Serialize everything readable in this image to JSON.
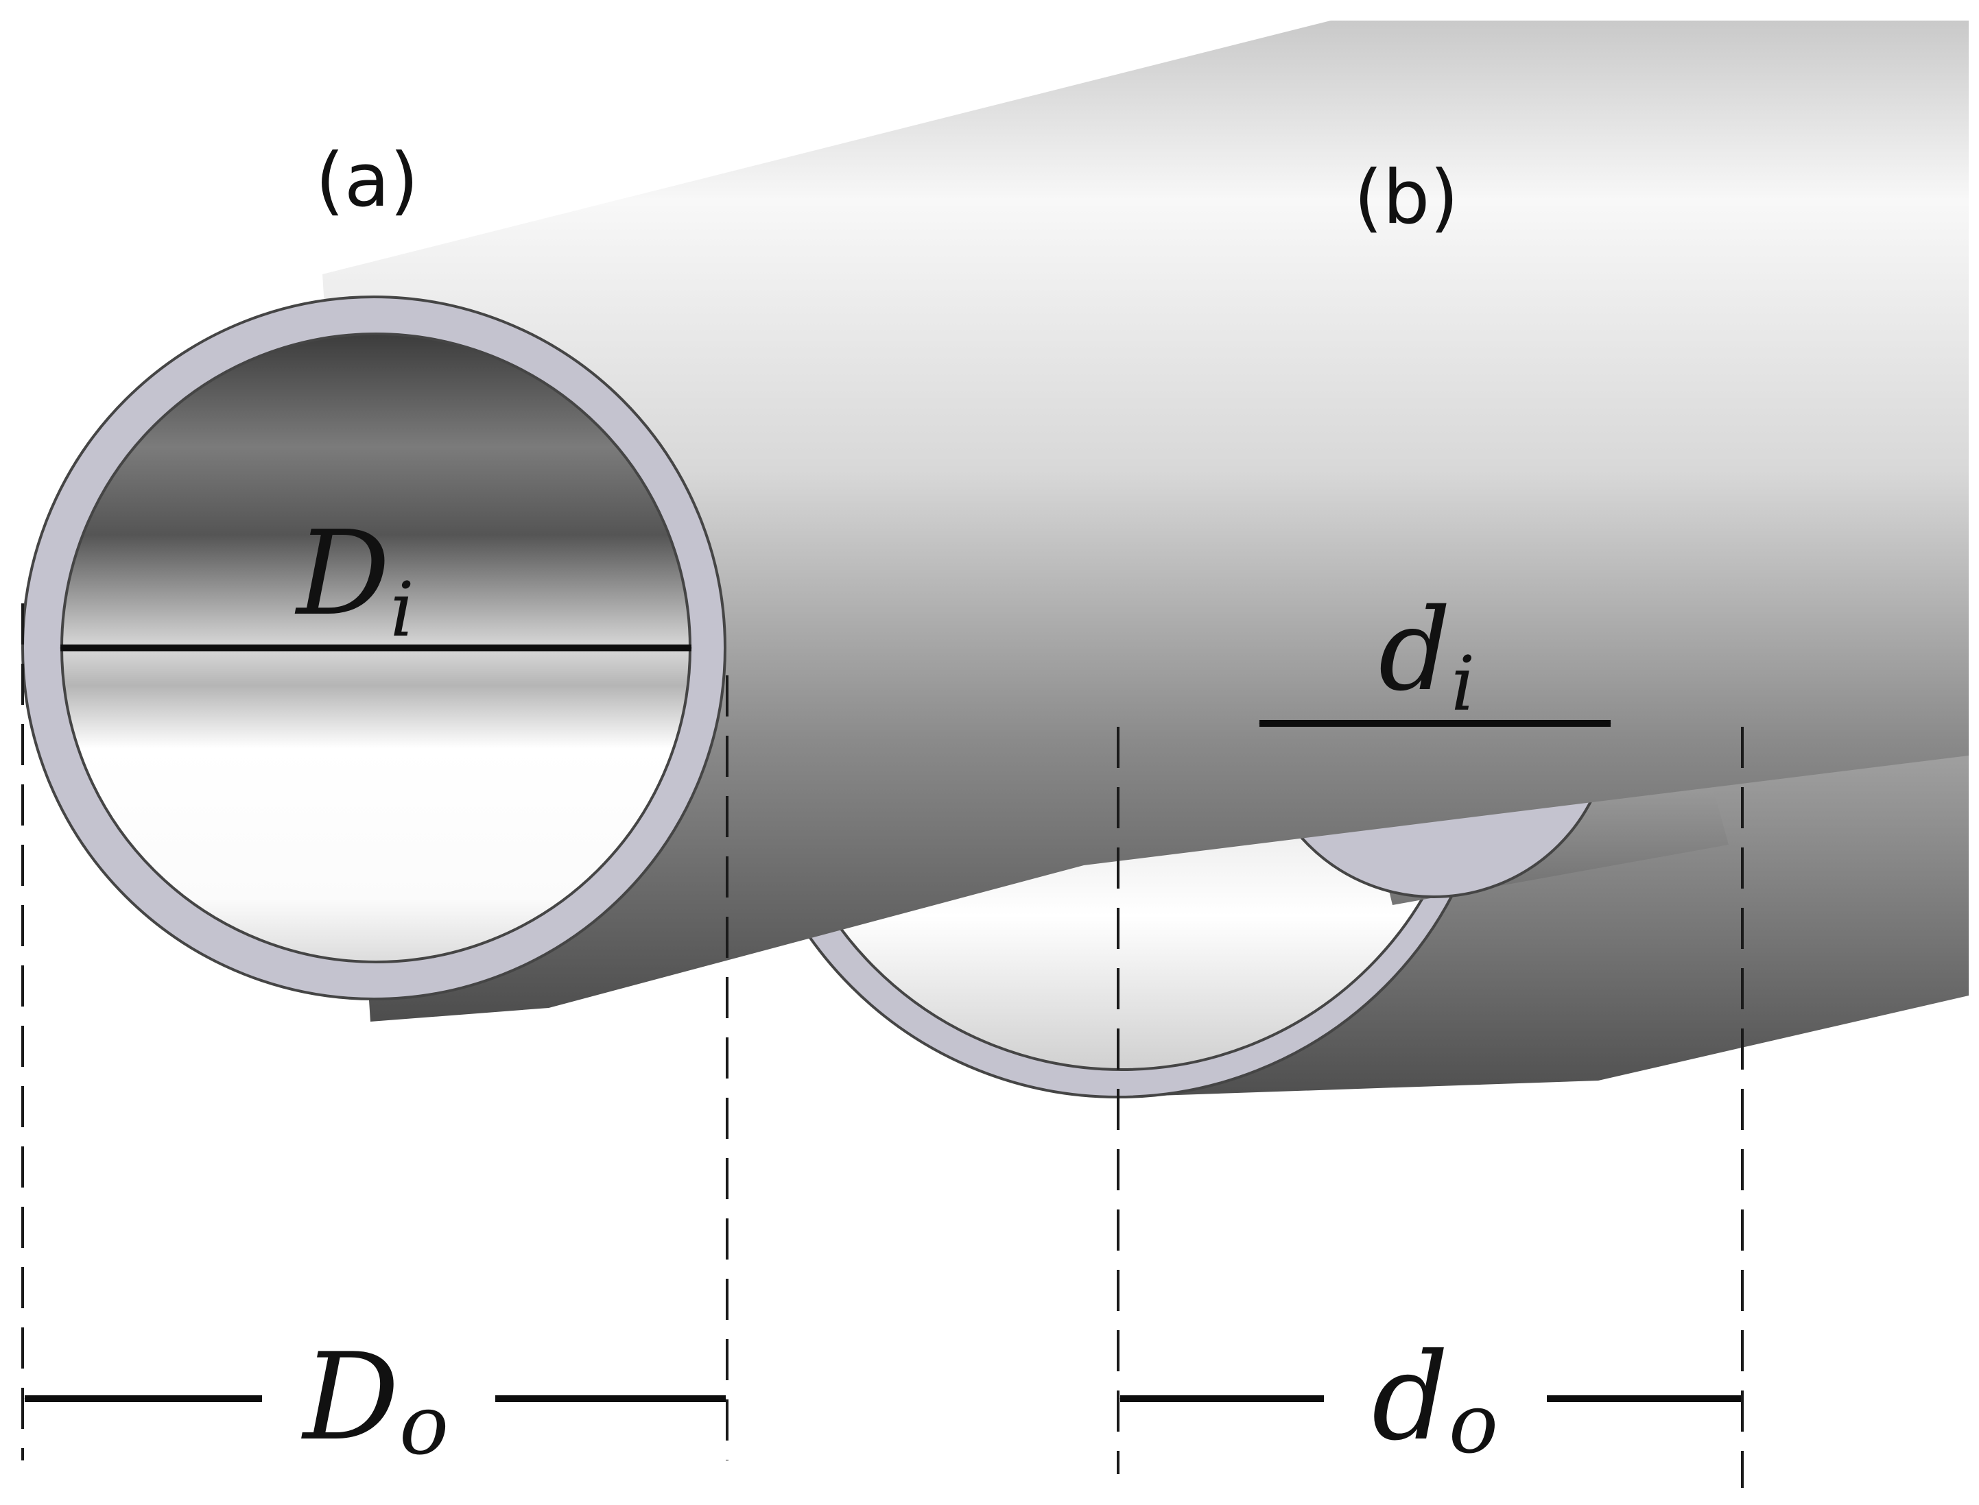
{
  "labels": {
    "panel_a": "(a)",
    "panel_b": "(b)",
    "D_main": "D",
    "D_i_sub": "i",
    "D_o_sub": "o",
    "d_main": "d",
    "d_i_sub": "i",
    "d_o_sub": "o"
  },
  "colors": {
    "background": "#ffffff",
    "pipe_light": "#f4f4f4",
    "pipe_mid": "#a7a7a7",
    "pipe_dark": "#5b5b5b",
    "annulus": "#c4c3cf",
    "outline": "#454545",
    "dimension_line": "#0d0d0d"
  }
}
